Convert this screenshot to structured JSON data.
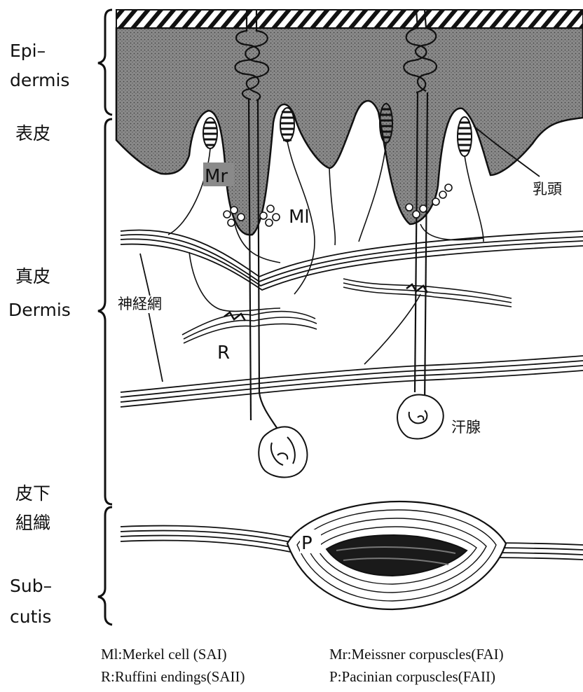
{
  "left_labels": {
    "epidermis_en_1": "Epi–",
    "epidermis_en_2": "dermis",
    "epidermis_jp": "表皮",
    "dermis_jp": "真皮",
    "dermis_en": "Dermis",
    "subcutis_jp_1": "皮下",
    "subcutis_jp_2": "組織",
    "subcutis_en_1": "Sub–",
    "subcutis_en_2": "cutis"
  },
  "callouts": {
    "papilla": "乳頭",
    "nerve_network": "神経網",
    "sweat_gland": "汗腺"
  },
  "receptor_labels": {
    "meissner": "Mr",
    "merkel": "Ml",
    "ruffini": "R",
    "pacinian": "P"
  },
  "legend": {
    "row1_left": "Ml:Merkel cell (SAI)",
    "row1_right": "Mr:Meissner corpuscles(FAI)",
    "row2_left": "R:Ruffini endings(SAII)",
    "row2_right": "P:Pacinian corpuscles(FAII)"
  },
  "colors": {
    "epidermis_fill": "#7a7a7a",
    "ink": "#111111"
  }
}
